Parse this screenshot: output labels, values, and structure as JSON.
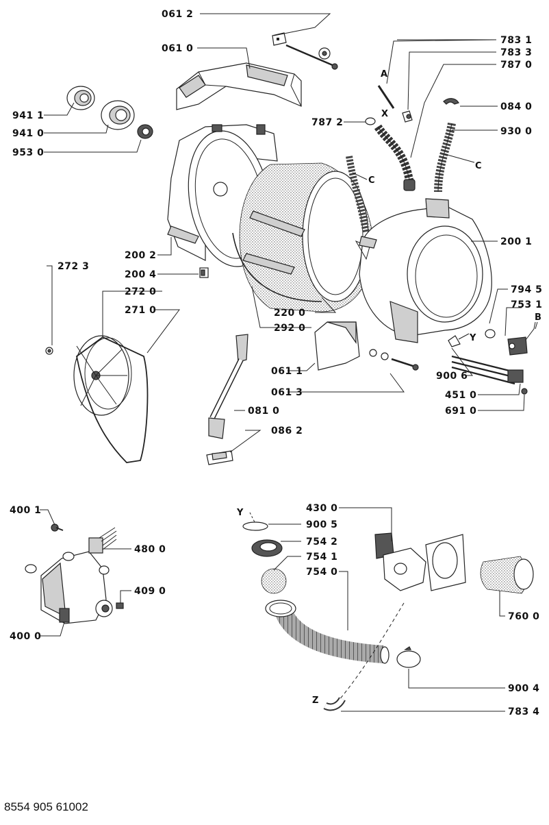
{
  "labels": {
    "p0612": "061 2",
    "p0610": "061 0",
    "p7831": "783 1",
    "p7833": "783 3",
    "p7870": "787 0",
    "p7872": "787 2",
    "p0840": "084 0",
    "p9300": "930 0",
    "p9411": "941 1",
    "p9410": "941 0",
    "p9530": "953 0",
    "p2001": "200 1",
    "p2002": "200 2",
    "p2004": "200 4",
    "p2723": "272 3",
    "p2720": "272 0",
    "p2710": "271 0",
    "p2200": "220 0",
    "p2920": "292 0",
    "p7945": "794 5",
    "p7531": "753 1",
    "p0611": "061 1",
    "p0613": "061 3",
    "p9006": "900 6",
    "p4510": "451 0",
    "p6910": "691 0",
    "p0810": "081 0",
    "p0862": "086 2",
    "p4001": "400 1",
    "p4800": "480 0",
    "p4090": "409 0",
    "p4000": "400 0",
    "p4300": "430 0",
    "p9005": "900 5",
    "p7542": "754 2",
    "p7541": "754 1",
    "p7540": "754 0",
    "p7600": "760 0",
    "p9004": "900 4",
    "p7834": "783 4"
  },
  "letters": {
    "a": "A",
    "x": "X",
    "c1": "C",
    "c2": "C",
    "b": "B",
    "y1": "Y",
    "y2": "Y",
    "z": "Z"
  },
  "footer": "8554 905 61002"
}
